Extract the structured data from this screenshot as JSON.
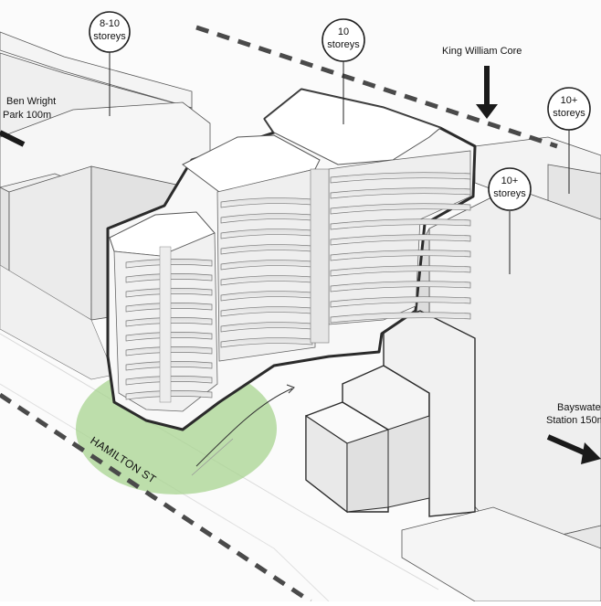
{
  "height_markers": [
    {
      "id": "marker-1",
      "line1": "8-10",
      "line2": "storeys"
    },
    {
      "id": "marker-2",
      "line1": "10",
      "line2": "storeys"
    },
    {
      "id": "marker-3",
      "line1": "10+",
      "line2": "storeys"
    },
    {
      "id": "marker-4",
      "line1": "10+",
      "line2": "storeys"
    }
  ],
  "place_labels": {
    "ben_wright_line1": "Ben Wright",
    "ben_wright_line2": "Park 100m",
    "king_william": "King William Core",
    "bayswater_line1": "Bayswate",
    "bayswater_line2": "Station 150m"
  },
  "street_name": "HAMILTON ST",
  "colors": {
    "green_space": "#a8d490",
    "dashed_line": "#4a4a4a",
    "arrow": "#1a1a1a",
    "outline": "#2b2b2b",
    "massing": "#f2f2f2"
  }
}
